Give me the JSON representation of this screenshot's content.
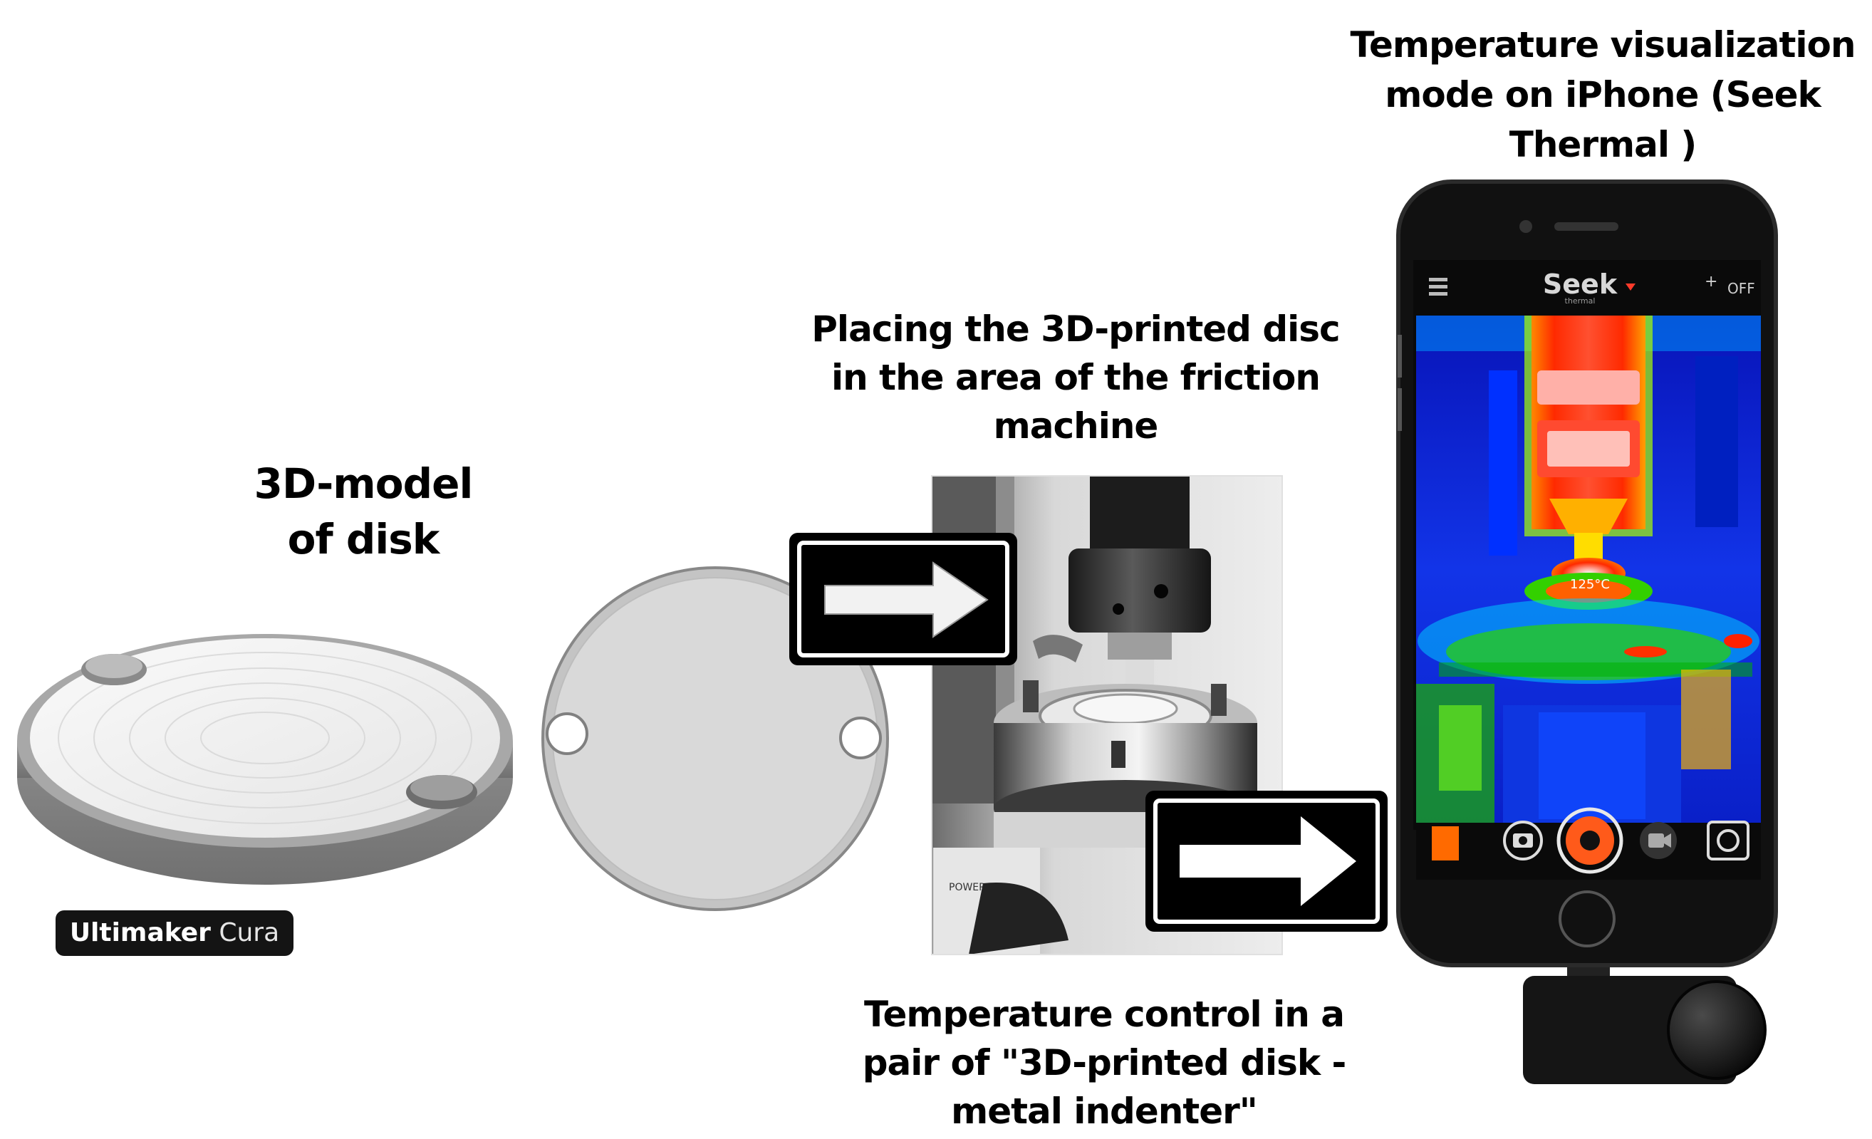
{
  "captions": {
    "model": [
      "3D-model",
      "of disk"
    ],
    "placing": [
      "Placing the 3D-printed disc",
      "in the area of the friction",
      "machine"
    ],
    "control": [
      "Temperature control in a",
      "pair of \"3D-printed disk -",
      "metal indenter\""
    ],
    "visualization": [
      "Temperature visualization",
      "mode on iPhone (Seek",
      "Thermal )"
    ]
  },
  "cura_label": {
    "brand": "Ultimaker",
    "product": "Cura"
  },
  "phone_app": {
    "logo": "Seek",
    "logo_sub": "thermal",
    "off_label": "OFF",
    "temperature_readout": "125°C"
  },
  "colors": {
    "phone_body": "#1a1a1a",
    "thermal_hot": "#ff2a00",
    "thermal_cold": "#0a1fd8",
    "arrow_frame": "#000000"
  },
  "icons": [
    "menu-icon",
    "photo-icon",
    "shutter-icon",
    "video-icon",
    "gallery-icon",
    "arrow-right-icon"
  ]
}
